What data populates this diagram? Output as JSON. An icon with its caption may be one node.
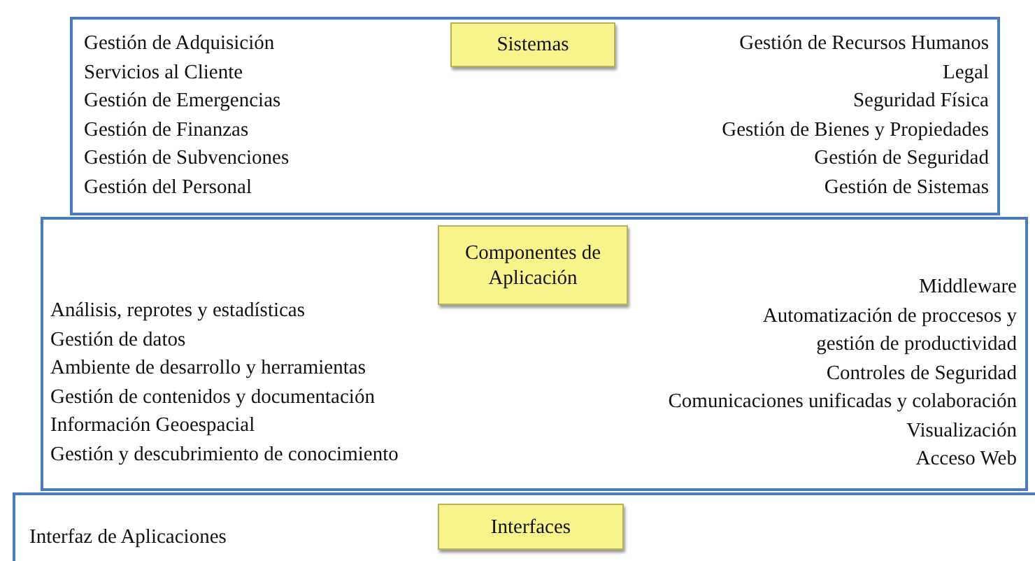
{
  "diagram": {
    "nodes": [
      {
        "text": [
          "Gestión de Adquisición",
          "Servicios al Cliente",
          "Gestión de Emergencias",
          "Gestión de Finanzas",
          "Gestión de Subvenciones",
          "Gestión del Personal",
          "Gestión de Recursos Humanos",
          "Legal",
          "Seguridad Física",
          "Gestión de Bienes y Propiedades",
          "Gestión de Seguridad",
          "Gestión de Sistemas"
        ]
      },
      {
        "text": [
          "Sistemas"
        ],
        "in": 0
      },
      {
        "text": [
          "Análisis, reprotes y estadísticas",
          "Gestión de datos",
          "Ambiente de desarrollo y herramientas",
          "Gestión de contenidos y documentación",
          "Información Geoespacial",
          "Gestión y descubrimiento de conocimiento",
          "Middleware",
          "Automatización de proccesos y gestión de productividad",
          "Controles de Seguridad",
          "Comunicaciones unificadas y colaboración",
          "Visualización",
          "Acceso Web"
        ]
      },
      {
        "text": [
          "Componentes de Aplicación"
        ],
        "in": 2
      },
      {
        "text": [
          "Interfaz de Aplicaciones"
        ]
      },
      {
        "text": [
          "Interfaces"
        ],
        "in": 4
      }
    ]
  }
}
